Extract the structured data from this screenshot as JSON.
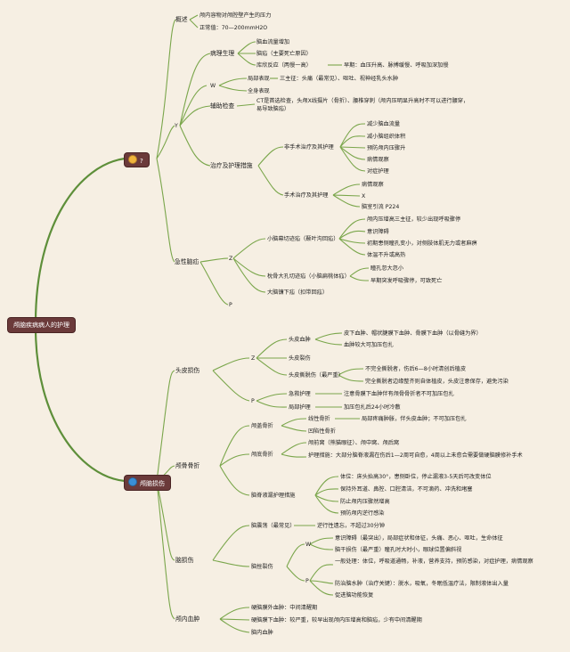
{
  "root": "颅脑疾病病人的护理",
  "branches": {
    "ip": {
      "label": "?",
      "icon": "brain-icon",
      "overview": {
        "label": "概述",
        "item1": "颅内容物对颅腔壁产生的压力",
        "item2": "正常值：70—200mmH2O"
      },
      "y": {
        "label": "Y",
        "patho": {
          "label": "病理生理",
          "item1": "脑血流量增加",
          "item2": "脑疝（主要死亡原因）",
          "item3": "库欣反应（两慢一高）",
          "item3_detail": "早期：血压升高、脉搏缓慢、呼吸加深加慢"
        },
        "w": {
          "label": "W",
          "local": "局部表现",
          "local_detail": "三主征：头痛（最常见）、呕吐、视神经乳头水肿",
          "systemic": "全身表现"
        },
        "exam": {
          "label": "辅助检查",
          "detail": "CT是首选检查，头颅X线摄片（骨折）、腰椎穿刺（颅内压明显升高时不可以进行腰穿，易导致脑疝）"
        },
        "treat": {
          "label": "治疗及护理措施",
          "nonsurg": {
            "label": "非手术治疗及其护理",
            "items": [
              "减少脑血流量",
              "减小脑组织体积",
              "预防颅内压骤升",
              "病情观察",
              "对症护理"
            ]
          },
          "surg": {
            "label": "手术治疗及其护理",
            "items": [
              "病情观察",
              "X",
              "脑室引流 P224"
            ]
          }
        }
      },
      "herniation": {
        "label": "急性脑疝",
        "z": {
          "label": "Z",
          "tentorial": {
            "label": "小脑幕切迹疝（颞叶沟回疝）",
            "items": [
              "颅内压增高三主征，较少出现呼吸骤停",
              "意识障碍",
              "初期患侧瞳孔变小，对侧肢体肌无力或者麻痹",
              "体温不升或高热"
            ]
          },
          "foramen": {
            "label": "枕骨大孔切迹疝（小脑扁桃体疝）",
            "items": [
              "瞳孔忽大忽小",
              "早期突发呼吸骤停，可致死亡"
            ]
          },
          "falcine": "大脑镰下疝（扣带回疝）"
        },
        "p": "P"
      }
    },
    "injury": {
      "label": "颅脑损伤",
      "icon": "globe-icon",
      "scalp": {
        "label": "头皮损伤",
        "z": {
          "label": "Z",
          "hematoma": {
            "label": "头皮血肿",
            "item1": "皮下血肿、帽状腱膜下血肿、骨膜下血肿（以骨缝为界）",
            "item2": "血肿较大可加压包扎"
          },
          "laceration": "头皮裂伤",
          "avulsion": {
            "label": "头皮撕脱伤（最严重）",
            "item1": "不完全撕脱者，伤后6—8小时清创后植皮",
            "item2": "完全撕脱者边缘整齐则自体植皮，头皮注意保存，避免污染"
          }
        },
        "p": {
          "label": "P",
          "emergency": "急救护理",
          "emergency_detail": "注意骨膜下血肿伴有颅骨骨折者不可加压包扎",
          "local": "局部护理",
          "local_detail": "加压包扎后24小时冷敷"
        }
      },
      "fracture": {
        "label": "颅骨骨折",
        "vault": {
          "label": "颅盖骨折",
          "linear": "线性骨折",
          "linear_detail": "局部疼痛肿胀，伴头皮血肿；不可加压包扎",
          "depressed": "凹陷性骨折"
        },
        "base": {
          "label": "颅底骨折",
          "item1": "颅前窝（熊猫眼征）、颅中窝、颅后窝",
          "item2": "护理措施：大部分脑脊液漏在伤后1—2周可自愈，4周以上未愈合需要做硬脑膜修补手术"
        },
        "csf": {
          "label": "脑脊液漏护理措施",
          "items": [
            "体位：床头抬高30°，患侧卧位，停止漏液3-5天后可改变体位",
            "保持外耳道、鼻腔、口腔清洁，不可滴药、冲洗和堵塞",
            "防止颅内压骤然增高",
            "预防颅内逆行感染"
          ]
        }
      },
      "brain": {
        "label": "脑损伤",
        "concussion": "脑震荡（最常见）",
        "concussion_detail": "逆行性遗忘，不超过30分钟",
        "contusion": {
          "label": "脑挫裂伤",
          "w": {
            "label": "W",
            "item1": "意识障碍（最突出），局部症状和体征，头痛、恶心、呕吐，生命体征",
            "item2": "脑干损伤（最严重）瞳孔时大时小，眼球位置偏斜视"
          },
          "p": {
            "label": "P",
            "item1": "一般处理：体位，呼吸道通畅，补液，营养支持，预防感染，对症护理，病情观察",
            "item2": "防治脑水肿（治疗关键）：脱水，吸氧，冬眠低温疗法，限制液体出入量",
            "item3": "促进脑功能恢复"
          }
        }
      },
      "hematoma": {
        "label": "颅内血肿",
        "items": [
          "硬脑膜外血肿：中间清醒期",
          "硬脑膜下血肿：较严重，较早出现颅内压增高和脑疝，少有中间清醒期",
          "脑内血肿"
        ]
      }
    }
  }
}
